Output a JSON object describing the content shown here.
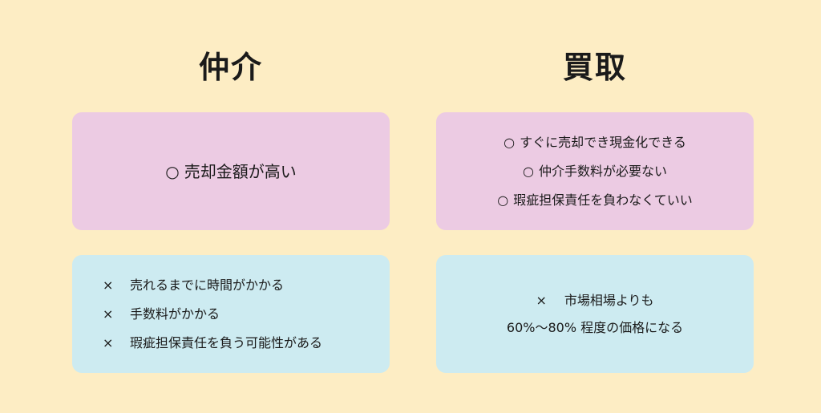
{
  "columns": [
    {
      "title": "仲介",
      "pros": [
        {
          "mark": "○",
          "text": "売却金額が高い"
        }
      ],
      "cons": [
        {
          "mark": "×",
          "text": "売れるまでに時間がかかる"
        },
        {
          "mark": "×",
          "text": "手数料がかかる"
        },
        {
          "mark": "×",
          "text": "瑕疵担保責任を負う可能性がある"
        }
      ]
    },
    {
      "title": "買取",
      "pros": [
        {
          "mark": "○",
          "text": "すぐに売却でき現金化できる"
        },
        {
          "mark": "○",
          "text": "仲介手数料が必要ない"
        },
        {
          "mark": "○",
          "text": "瑕疵担保責任を負わなくていい"
        }
      ],
      "cons": [
        {
          "mark": "×",
          "line1": "市場相場よりも",
          "line2": "60%〜80% 程度の価格になる"
        }
      ]
    }
  ],
  "colors": {
    "background": "#fdedc4",
    "pro_card": "#eccbe3",
    "con_card": "#cdebf1"
  }
}
